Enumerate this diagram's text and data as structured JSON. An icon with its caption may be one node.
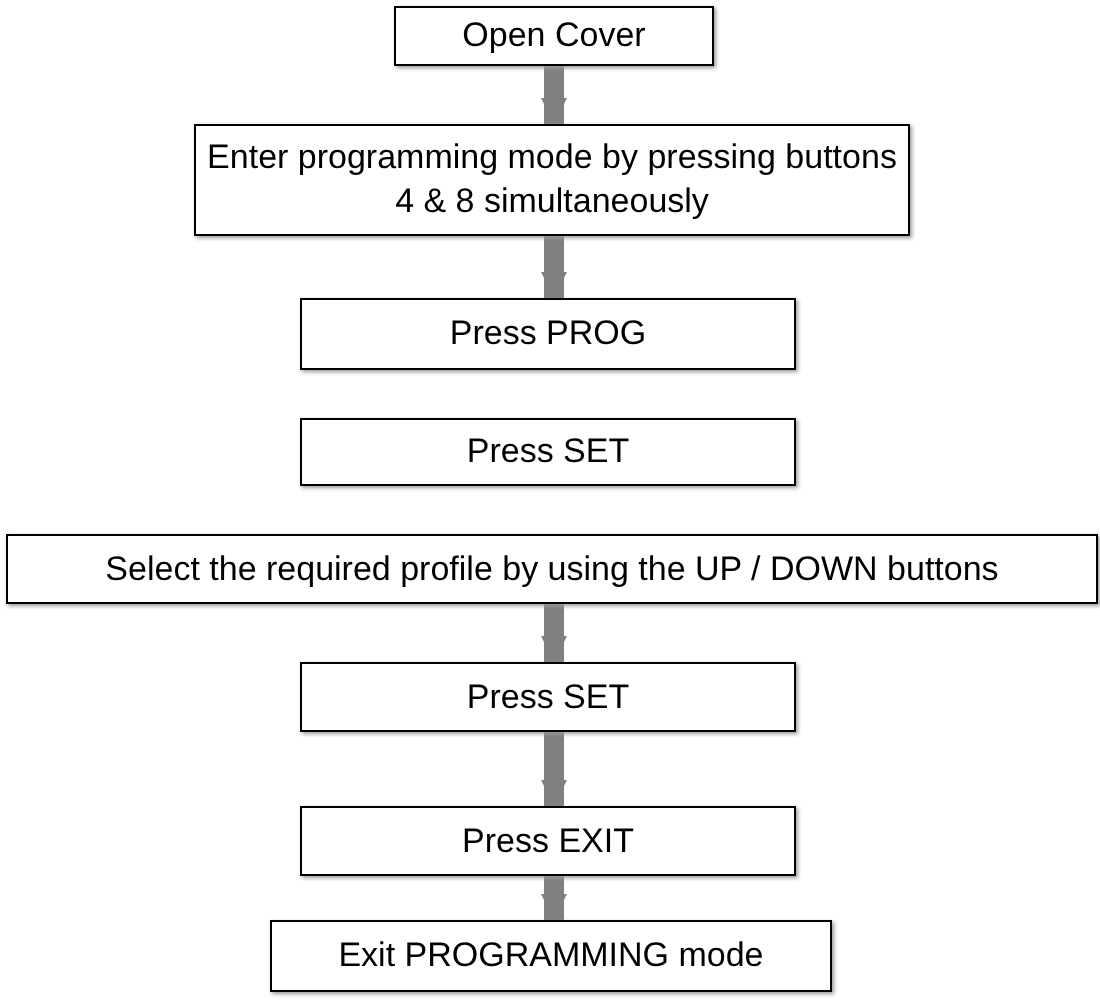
{
  "diagram": {
    "nodes": [
      {
        "text": [
          "Open Cover"
        ]
      },
      {
        "text": [
          "Enter programming mode by pressing buttons 4 & 8 simultaneously"
        ]
      },
      {
        "text": [
          "Press PROG"
        ]
      },
      {
        "text": [
          "Press SET"
        ]
      },
      {
        "text": [
          "Select the required profile by using the UP / DOWN buttons"
        ]
      },
      {
        "text": [
          "Press SET"
        ]
      },
      {
        "text": [
          "Press EXIT"
        ]
      },
      {
        "text": [
          "Exit PROGRAMMING mode"
        ]
      }
    ],
    "edges": [
      {
        "from": 0,
        "to": 1,
        "arrow": "to"
      },
      {
        "from": 1,
        "to": 2,
        "arrow": "to"
      },
      {
        "from": 4,
        "to": 5,
        "arrow": "to"
      },
      {
        "from": 5,
        "to": 6,
        "arrow": "to"
      },
      {
        "from": 6,
        "to": 7,
        "arrow": "to"
      }
    ]
  }
}
